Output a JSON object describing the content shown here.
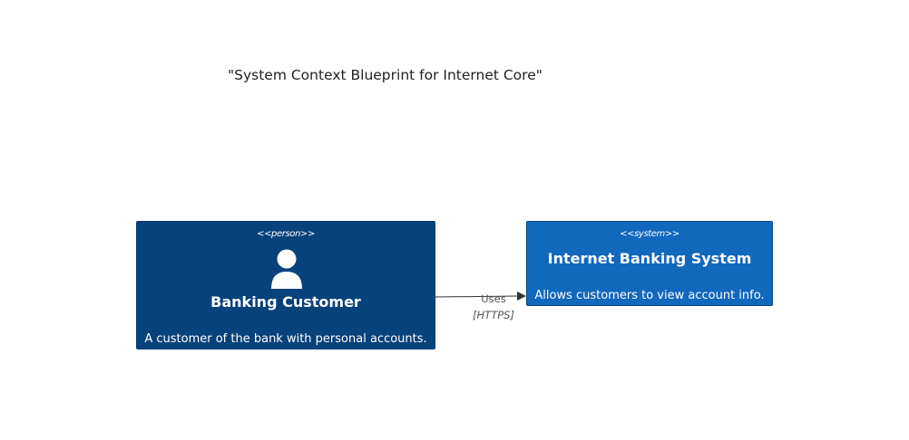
{
  "diagram": {
    "title": "\"System Context Blueprint for Internet Core\"",
    "person": {
      "stereotype": "<<person>>",
      "name": "Banking Customer",
      "description": "A customer of the bank with personal accounts.",
      "icon": "person-icon",
      "color": "#08427b"
    },
    "system": {
      "stereotype": "<<system>>",
      "name": "Internet Banking System",
      "description": "Allows customers to view account info.",
      "color": "#1168bd"
    },
    "relationship": {
      "label": "Uses",
      "technology": "[HTTPS]",
      "color": "#333333"
    }
  }
}
